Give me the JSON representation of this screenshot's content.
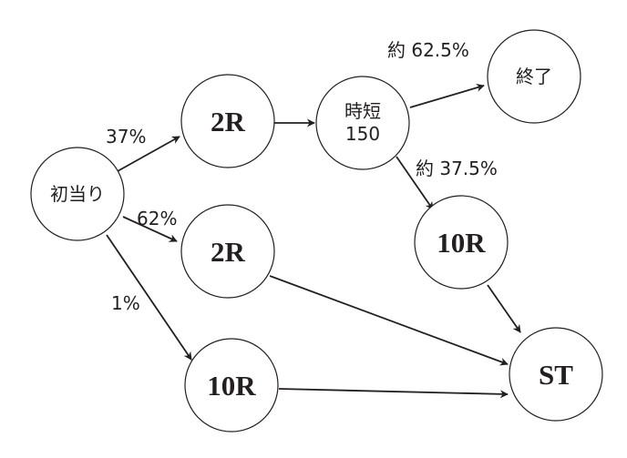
{
  "diagram": {
    "nodes": [
      {
        "id": "start",
        "label": "初当り"
      },
      {
        "id": "r2a",
        "label": "2R"
      },
      {
        "id": "jitan",
        "label": "時短",
        "sublabel": "150"
      },
      {
        "id": "end",
        "label": "終了"
      },
      {
        "id": "r2b",
        "label": "2R"
      },
      {
        "id": "r10a",
        "label": "10R"
      },
      {
        "id": "r10b",
        "label": "10R"
      },
      {
        "id": "st",
        "label": "ST"
      }
    ],
    "edges": [
      {
        "from": "start",
        "to": "r2a",
        "label": "37%"
      },
      {
        "from": "start",
        "to": "r2b",
        "label": "62%"
      },
      {
        "from": "start",
        "to": "r10b",
        "label": "1%"
      },
      {
        "from": "r2a",
        "to": "jitan",
        "label": ""
      },
      {
        "from": "jitan",
        "to": "end",
        "label": "約 62.5%"
      },
      {
        "from": "jitan",
        "to": "r10a",
        "label": "約 37.5%"
      },
      {
        "from": "r10a",
        "to": "st",
        "label": ""
      },
      {
        "from": "r2b",
        "to": "st",
        "label": ""
      },
      {
        "from": "r10b",
        "to": "st",
        "label": ""
      }
    ]
  },
  "colors": {
    "stroke": "#231f20",
    "fill": "#ffffff"
  }
}
